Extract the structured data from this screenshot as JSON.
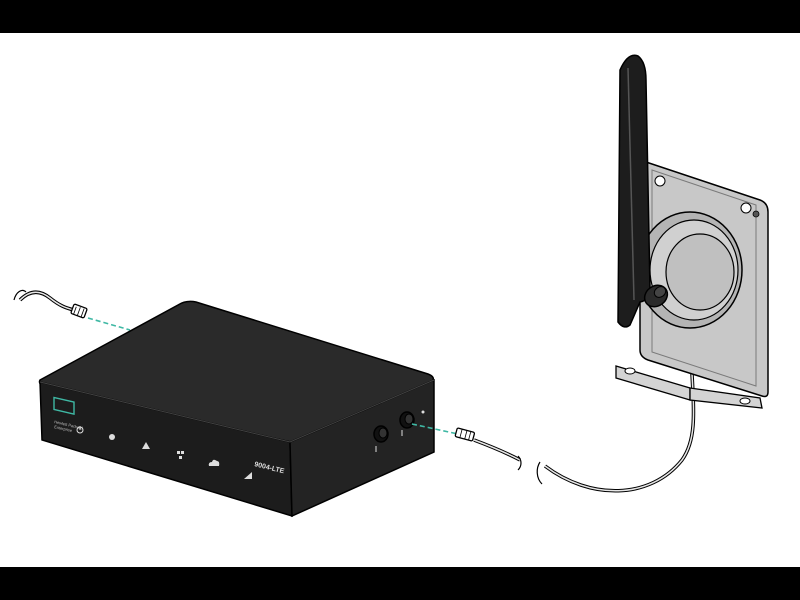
{
  "figure": {
    "device": {
      "model_label": "9004-LTE",
      "logo_lines": [
        "Hewlett Packard",
        "Enterprise"
      ],
      "front_icons": [
        "power-icon",
        "status-dot-icon",
        "warning-triangle-icon",
        "network-icon",
        "cloud-icon",
        "signal-icon"
      ]
    },
    "cable_style": {
      "dashed_connector_color": "#3fb8a4",
      "chassis_color": "#1f1f1f",
      "outline_color": "#000000"
    }
  }
}
